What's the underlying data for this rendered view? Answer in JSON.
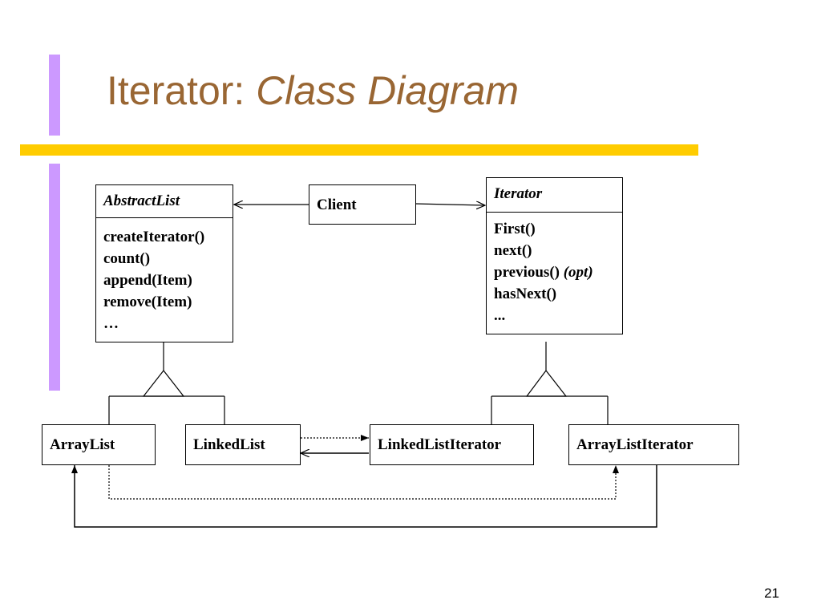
{
  "colors": {
    "accent_bar": "#cc99ff",
    "rule": "#ffcc00",
    "title": "#996633"
  },
  "slide": {
    "title_plain": "Iterator: ",
    "title_italic": "Class Diagram",
    "page_number": "21"
  },
  "diagram": {
    "abstract_list": {
      "name": "AbstractList",
      "operations": [
        "createIterator()",
        "count()",
        "append(Item)",
        "remove(Item)",
        "…"
      ]
    },
    "client": {
      "name": "Client"
    },
    "iterator": {
      "name": "Iterator",
      "operations": [
        "First()",
        "next()",
        "previous()",
        "hasNext()",
        "..."
      ],
      "previous_note": "(opt)"
    },
    "array_list": {
      "name": "ArrayList"
    },
    "linked_list": {
      "name": "LinkedList"
    },
    "linked_list_iterator": {
      "name": "LinkedListIterator"
    },
    "array_list_iterator": {
      "name": "ArrayListIterator"
    }
  }
}
